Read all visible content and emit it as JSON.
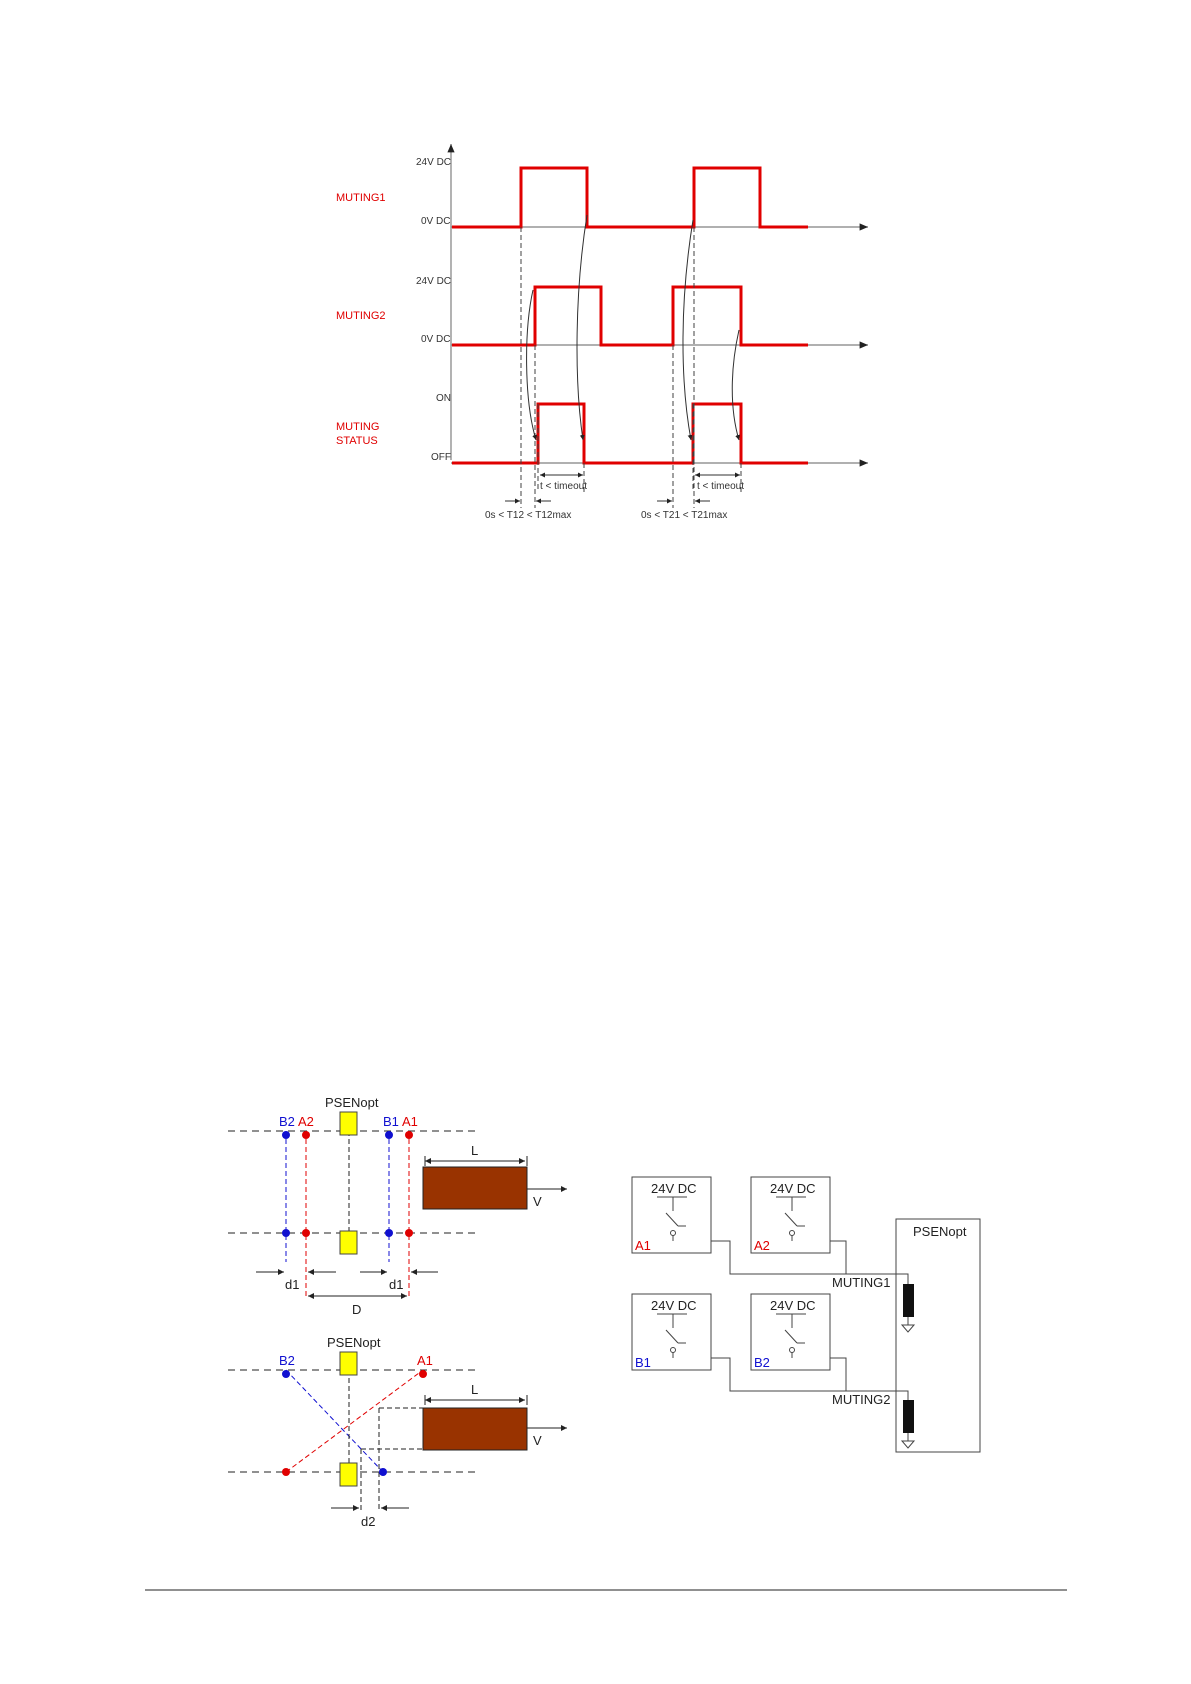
{
  "timing": {
    "muting1": "MUTING1",
    "muting2": "MUTING2",
    "status_line1": "MUTING",
    "status_line2": "STATUS",
    "v24_a": "24V DC",
    "v0_a": "0V DC",
    "v24_b": "24V DC",
    "v0_b": "0V DC",
    "on": "ON",
    "off": "OFF",
    "timeout_a": "t < timeout",
    "timeout_b": "t < timeout",
    "t12": "0s < T12 < T12max",
    "t21": "0s < T21 < T21max"
  },
  "layout_top": {
    "psenopt": "PSENopt",
    "b2": "B2",
    "a2": "A2",
    "b1": "B1",
    "a1": "A1",
    "l": "L",
    "v": "V",
    "d1_left": "d1",
    "d1_right": "d1",
    "d": "D"
  },
  "layout_bottom": {
    "psenopt": "PSENopt",
    "b2": "B2",
    "a1": "A1",
    "l": "L",
    "v": "V",
    "d2": "d2"
  },
  "wiring": {
    "v24_1": "24V DC",
    "v24_2": "24V DC",
    "v24_3": "24V DC",
    "v24_4": "24V DC",
    "a1": "A1",
    "a2": "A2",
    "b1": "B1",
    "b2": "B2",
    "psenopt": "PSENopt",
    "muting1": "MUTING1",
    "muting2": "MUTING2"
  },
  "colors": {
    "signal": "#e00000",
    "sensor_a": "#e00000",
    "sensor_b": "#1010d0",
    "emitter": "#ffff00",
    "object": "#993300"
  }
}
